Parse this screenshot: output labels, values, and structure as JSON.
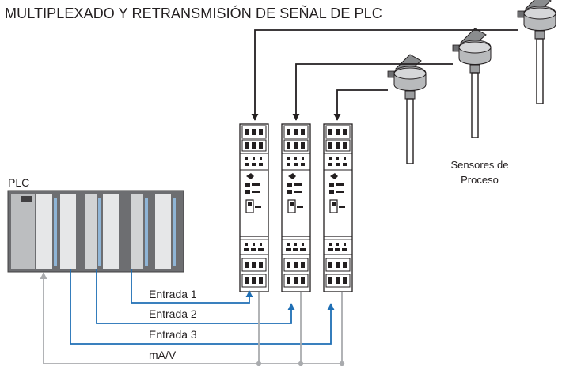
{
  "title": "MULTIPLEXADO Y RETRANSMISIÓN DE SEÑAL DE PLC",
  "plc_label": "PLC",
  "sensors_label_line1": "Sensores de",
  "sensors_label_line2": "Proceso",
  "signal_labels": {
    "input_1": "Entrada 1",
    "input_2": "Entrada 2",
    "input_3": "Entrada 3",
    "output": "mA/V"
  },
  "colors": {
    "input_wire": "#1f6fb5",
    "output_wire": "#a9abae",
    "sensor_wire": "#231f20",
    "plc_body": "#6d6e71",
    "module_body": "#ffffff"
  }
}
